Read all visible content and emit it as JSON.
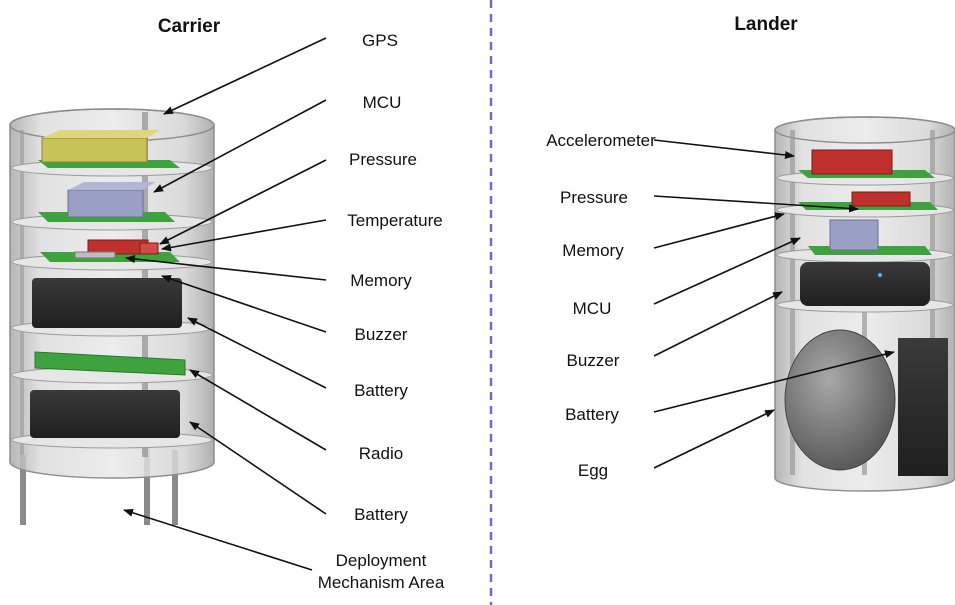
{
  "carrier": {
    "title": "Carrier",
    "labels": {
      "gps": "GPS",
      "mcu": "MCU",
      "pressure": "Pressure",
      "temperature": "Temperature",
      "memory": "Memory",
      "buzzer": "Buzzer",
      "battery_1": "Battery",
      "radio": "Radio",
      "battery_2": "Battery",
      "deployment_line1": "Deployment",
      "deployment_line2": "Mechanism Area"
    }
  },
  "lander": {
    "title": "Lander",
    "labels": {
      "accelerometer": "Accelerometer",
      "pressure": "Pressure",
      "memory": "Memory",
      "mcu": "MCU",
      "buzzer": "Buzzer",
      "battery": "Battery",
      "egg": "Egg"
    }
  },
  "colors": {
    "divider": "#6b6bc8",
    "board": "#3ea33e",
    "gps_module": "#c9c25a",
    "mcu_module": "#9a9fc4",
    "sensor_red": "#c0302c",
    "battery": "#2a2a2a",
    "tube_glass": "#c8c8c8"
  }
}
